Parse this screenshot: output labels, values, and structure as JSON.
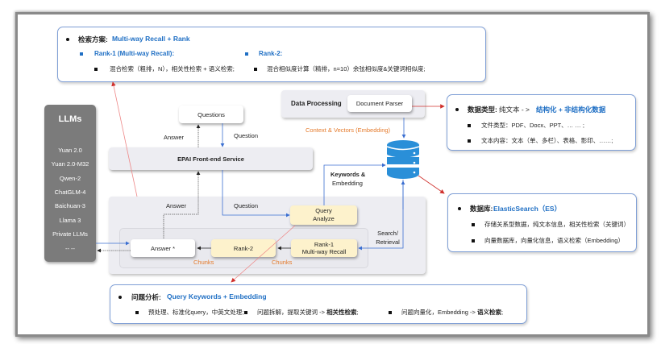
{
  "retrieval_callout": {
    "title_label": "检索方案:",
    "title_value": "Multi-way Recall + Rank",
    "rank1_label": "Rank-1 (Multi-way Recall):",
    "rank1_detail": "混合检索（粗排，N），相关性检索 + 语义检索;",
    "rank2_label": "Rank-2:",
    "rank2_detail": "混合相似度计算（精排，n=10）余弦相似度&关键词相似度;"
  },
  "llms": {
    "title": "LLMs",
    "items": [
      "Yuan 2.0",
      "Yuan 2.0-M32",
      "Qwen-2",
      "ChatGLM-4",
      "Baichuan-3",
      "Llama 3",
      "Private LLMs",
      "-- --"
    ]
  },
  "flow": {
    "questions": "Questions",
    "answer_top": "Answer",
    "question_top": "Question",
    "front_end": "EPAI Front-end Service",
    "answer_mid": "Answer",
    "question_mid": "Question",
    "query_analyze": "Query Analyze",
    "answer_node": "Answer *",
    "rank2": "Rank-2",
    "rank1_line1": "Rank-1",
    "rank1_line2": "Multi-way Recall",
    "chunks_1": "Chunks",
    "chunks_2": "Chunks",
    "search_retrieval": "Search/ Retrieval",
    "keywords_embedding_1": "Keywords &",
    "keywords_embedding_2": "Embedding",
    "data_processing": "Data Processing",
    "document_parser": "Document Parser",
    "context_vectors": "Context &  Vectors (Embedding)"
  },
  "data_type_callout": {
    "title_label": "数据类型:",
    "title_plain": "纯文本 - >",
    "title_value": "结构化 + 非结构化数据",
    "item1": "文件类型：PDF、Docx、PPT、… … ;",
    "item2": "文本内容：文本（单、多栏）、表格、影印、……;"
  },
  "database_callout": {
    "title_label": "数据库:",
    "title_value": "ElasticSearch（ES）",
    "item1": "存储关系型数据，纯文本信息，相关性检索（关键词）",
    "item2": "向量数据库，向量化信息，语义检索（Embedding）"
  },
  "query_callout": {
    "title_label": "问题分析:",
    "title_value": "Query Keywords + Embedding",
    "item1": "预处理、标准化query，中英文处理;",
    "item2_plain": "问题拆解，提取关键词 ->",
    "item2_bold": "相关性检索",
    "item2_end": ";",
    "item3_plain": "问题向量化，Embedding ->",
    "item3_bold": "语义检索",
    "item3_end": ";"
  },
  "colors": {
    "accent_blue": "#1f6fc4",
    "orange": "#e57a2b",
    "arrow_red": "#d0312d",
    "llm_panel": "#7b7b7b",
    "db_icon": "#2a8fd8"
  }
}
